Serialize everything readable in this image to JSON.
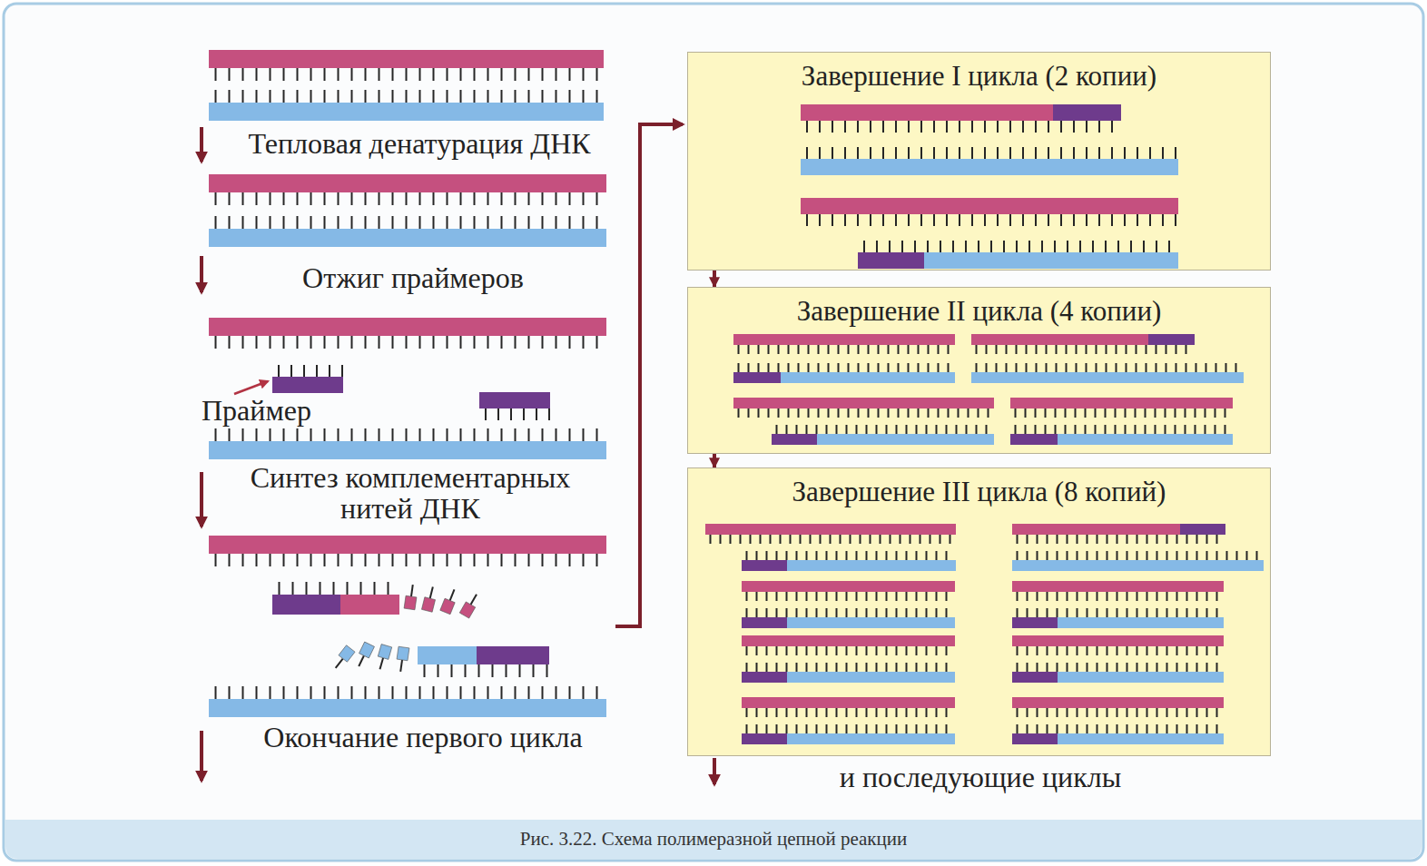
{
  "diagram": {
    "caption": "Рис. 3.22. Схема полимеразной цепной реакции",
    "nodes": [
      {
        "text": [
          "Завершение I цикла (2 копии)"
        ]
      },
      {
        "text": [
          "Завершение II цикла (4 копии)"
        ]
      },
      {
        "text": [
          "Завершение III цикла (8 копий)"
        ]
      }
    ],
    "edges": [
      {
        "from": 0,
        "to": 1,
        "arrow": "to"
      },
      {
        "from": 1,
        "to": 2,
        "arrow": "to"
      }
    ],
    "labels": [
      "Тепловая денатурация ДНК",
      "Отжиг праймеров",
      "Праймер",
      "Синтез комплементарных нитей ДНК",
      "Окончание первого цикла",
      "и последующие циклы"
    ]
  }
}
